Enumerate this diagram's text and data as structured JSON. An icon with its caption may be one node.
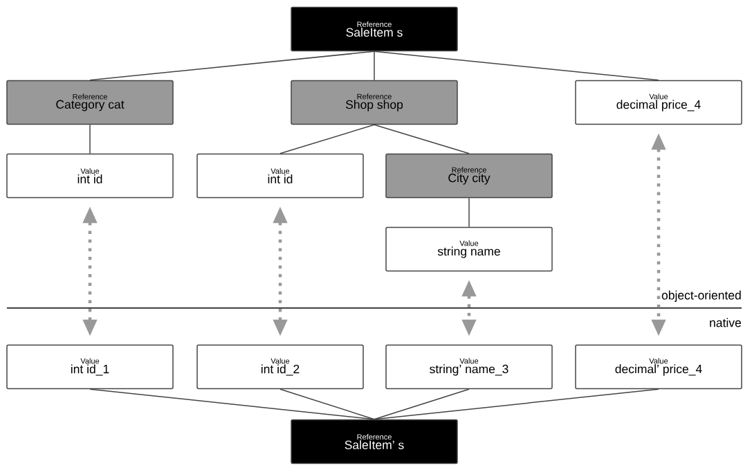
{
  "diagram": {
    "nodes": [
      {
        "text": [
          "Reference",
          "SaleItem s"
        ]
      },
      {
        "text": [
          "Reference",
          "Category cat"
        ]
      },
      {
        "text": [
          "Reference",
          "Shop shop"
        ]
      },
      {
        "text": [
          "Value",
          "decimal price_4"
        ]
      },
      {
        "text": [
          "Value",
          "int id"
        ]
      },
      {
        "text": [
          "Value",
          "int id"
        ]
      },
      {
        "text": [
          "Reference",
          "City city"
        ]
      },
      {
        "text": [
          "Value",
          "string name"
        ]
      },
      {
        "text": [
          "Value",
          "int id_1"
        ]
      },
      {
        "text": [
          "Value",
          "int id_2"
        ]
      },
      {
        "text": [
          "Value",
          "string’ name_3"
        ]
      },
      {
        "text": [
          "Value",
          "decimal’ price_4"
        ]
      },
      {
        "text": [
          "Reference",
          "SaleItem’ s"
        ]
      }
    ],
    "edges": [
      {
        "from": 0,
        "to": 1,
        "arrow": "none"
      },
      {
        "from": 0,
        "to": 2,
        "arrow": "none"
      },
      {
        "from": 0,
        "to": 3,
        "arrow": "none"
      },
      {
        "from": 1,
        "to": 4,
        "arrow": "none"
      },
      {
        "from": 2,
        "to": 5,
        "arrow": "none"
      },
      {
        "from": 2,
        "to": 6,
        "arrow": "none"
      },
      {
        "from": 6,
        "to": 7,
        "arrow": "none"
      },
      {
        "from": 4,
        "to": 8,
        "arrow": "both",
        "style": "dashed",
        "color": "#999999"
      },
      {
        "from": 5,
        "to": 9,
        "arrow": "both",
        "style": "dashed",
        "color": "#999999"
      },
      {
        "from": 7,
        "to": 10,
        "arrow": "both",
        "style": "dashed",
        "color": "#999999"
      },
      {
        "from": 3,
        "to": 11,
        "arrow": "both",
        "style": "dashed",
        "color": "#999999"
      },
      {
        "from": 8,
        "to": 12,
        "arrow": "none"
      },
      {
        "from": 9,
        "to": 12,
        "arrow": "none"
      },
      {
        "from": 10,
        "to": 12,
        "arrow": "none"
      },
      {
        "from": 11,
        "to": 12,
        "arrow": "none"
      }
    ],
    "labels": [
      "object-oriented",
      "native"
    ]
  }
}
